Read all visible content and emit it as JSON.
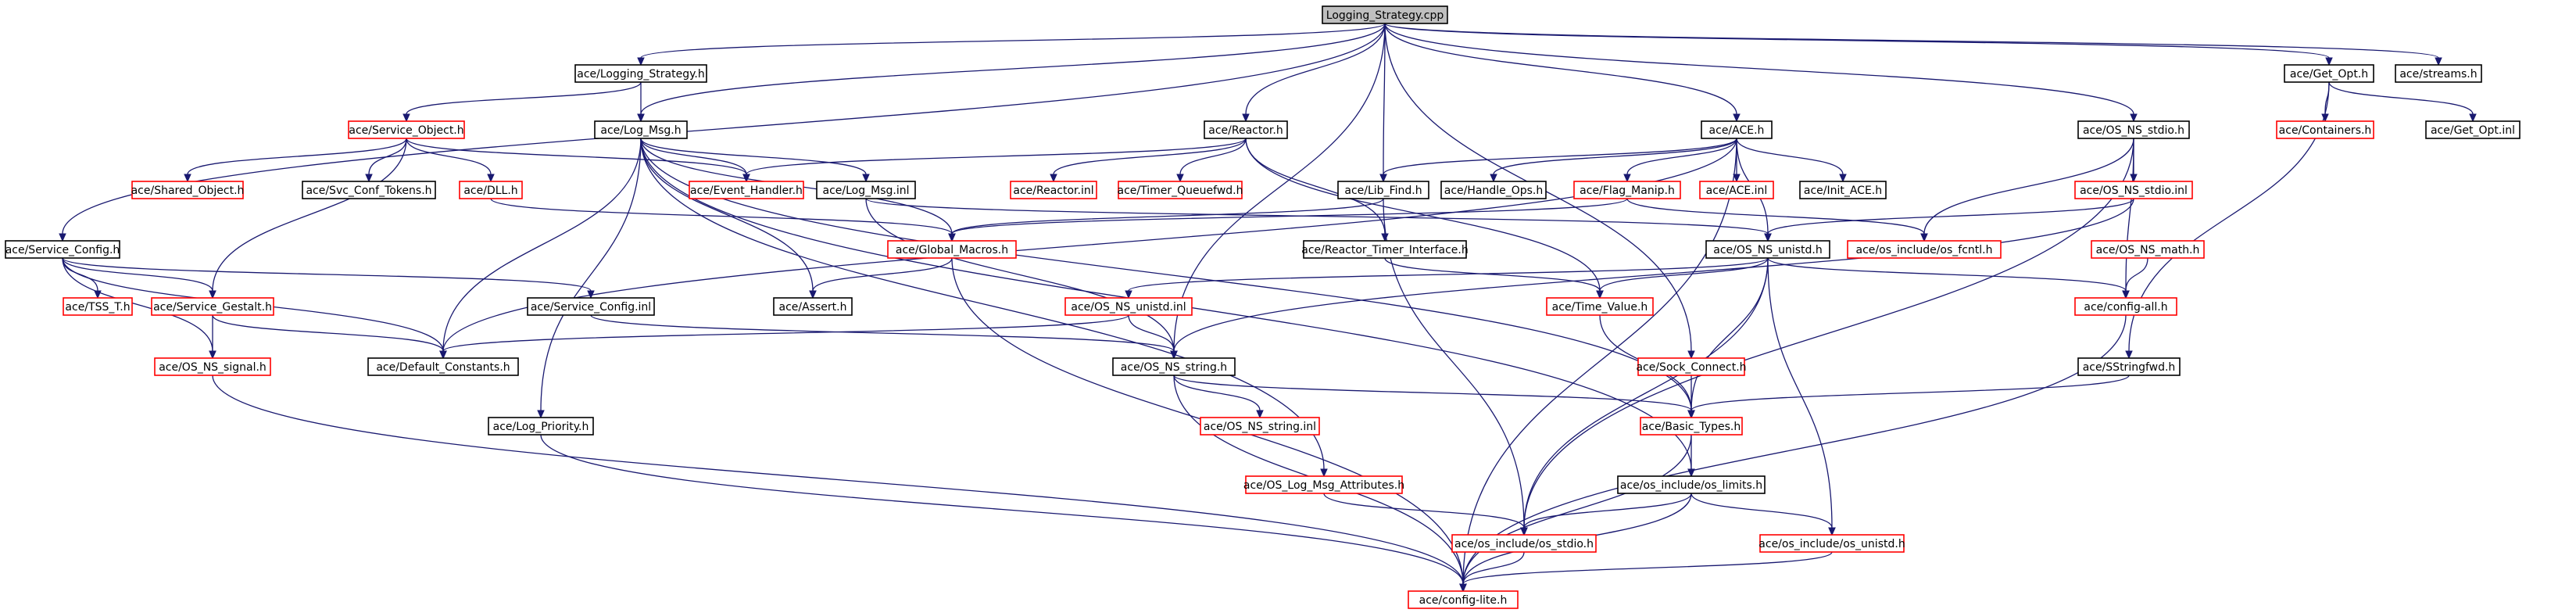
{
  "diagram": {
    "colors": {
      "edge": "#191970",
      "node_black_border": "#000000",
      "node_red_border": "#ff0000",
      "root_fill": "#bfbfbf"
    },
    "nodes": [
      {
        "id": "n0",
        "label": "Logging_Strategy.cpp",
        "style": "root"
      },
      {
        "id": "n1",
        "label": "ace/Logging_Strategy.h",
        "style": "black"
      },
      {
        "id": "n2",
        "label": "ace/Get_Opt.h",
        "style": "black"
      },
      {
        "id": "n3",
        "label": "ace/streams.h",
        "style": "black"
      },
      {
        "id": "n4",
        "label": "ace/Service_Object.h",
        "style": "red"
      },
      {
        "id": "n5",
        "label": "ace/Log_Msg.h",
        "style": "black"
      },
      {
        "id": "n6",
        "label": "ace/Reactor.h",
        "style": "black"
      },
      {
        "id": "n7",
        "label": "ace/ACE.h",
        "style": "black"
      },
      {
        "id": "n8",
        "label": "ace/OS_NS_stdio.h",
        "style": "black"
      },
      {
        "id": "n9",
        "label": "ace/Containers.h",
        "style": "red"
      },
      {
        "id": "n10",
        "label": "ace/Get_Opt.inl",
        "style": "black"
      },
      {
        "id": "n11",
        "label": "ace/Shared_Object.h",
        "style": "red"
      },
      {
        "id": "n12",
        "label": "ace/Svc_Conf_Tokens.h",
        "style": "black"
      },
      {
        "id": "n13",
        "label": "ace/DLL.h",
        "style": "red"
      },
      {
        "id": "n14",
        "label": "ace/Event_Handler.h",
        "style": "red"
      },
      {
        "id": "n15",
        "label": "ace/Log_Msg.inl",
        "style": "black"
      },
      {
        "id": "n16",
        "label": "ace/Reactor.inl",
        "style": "red"
      },
      {
        "id": "n17",
        "label": "ace/Timer_Queuefwd.h",
        "style": "red"
      },
      {
        "id": "n18",
        "label": "ace/Lib_Find.h",
        "style": "black"
      },
      {
        "id": "n19",
        "label": "ace/Handle_Ops.h",
        "style": "black"
      },
      {
        "id": "n20",
        "label": "ace/Flag_Manip.h",
        "style": "red"
      },
      {
        "id": "n21",
        "label": "ace/ACE.inl",
        "style": "red"
      },
      {
        "id": "n22",
        "label": "ace/Init_ACE.h",
        "style": "black"
      },
      {
        "id": "n23",
        "label": "ace/OS_NS_stdio.inl",
        "style": "red"
      },
      {
        "id": "n24",
        "label": "ace/Service_Config.h",
        "style": "black"
      },
      {
        "id": "n25",
        "label": "ace/Global_Macros.h",
        "style": "red"
      },
      {
        "id": "n26",
        "label": "ace/Reactor_Timer_Interface.h",
        "style": "black"
      },
      {
        "id": "n27",
        "label": "ace/OS_NS_unistd.h",
        "style": "black"
      },
      {
        "id": "n28",
        "label": "ace/os_include/os_fcntl.h",
        "style": "red"
      },
      {
        "id": "n29",
        "label": "ace/OS_NS_math.h",
        "style": "red"
      },
      {
        "id": "n30",
        "label": "ace/TSS_T.h",
        "style": "red"
      },
      {
        "id": "n31",
        "label": "ace/Service_Gestalt.h",
        "style": "red"
      },
      {
        "id": "n32",
        "label": "ace/Service_Config.inl",
        "style": "black"
      },
      {
        "id": "n33",
        "label": "ace/Assert.h",
        "style": "black"
      },
      {
        "id": "n34",
        "label": "ace/OS_NS_unistd.inl",
        "style": "red"
      },
      {
        "id": "n35",
        "label": "ace/Time_Value.h",
        "style": "red"
      },
      {
        "id": "n36",
        "label": "ace/config-all.h",
        "style": "red"
      },
      {
        "id": "n37",
        "label": "ace/OS_NS_signal.h",
        "style": "red"
      },
      {
        "id": "n38",
        "label": "ace/Default_Constants.h",
        "style": "black"
      },
      {
        "id": "n39",
        "label": "ace/OS_NS_string.h",
        "style": "black"
      },
      {
        "id": "n40",
        "label": "ace/Sock_Connect.h",
        "style": "red"
      },
      {
        "id": "n41",
        "label": "ace/SStringfwd.h",
        "style": "black"
      },
      {
        "id": "n42",
        "label": "ace/Log_Priority.h",
        "style": "black"
      },
      {
        "id": "n43",
        "label": "ace/OS_NS_string.inl",
        "style": "red"
      },
      {
        "id": "n44",
        "label": "ace/Basic_Types.h",
        "style": "red"
      },
      {
        "id": "n45",
        "label": "ace/OS_Log_Msg_Attributes.h",
        "style": "red"
      },
      {
        "id": "n46",
        "label": "ace/os_include/os_limits.h",
        "style": "black"
      },
      {
        "id": "n47",
        "label": "ace/os_include/os_stdio.h",
        "style": "red"
      },
      {
        "id": "n48",
        "label": "ace/os_include/os_unistd.h",
        "style": "red"
      },
      {
        "id": "n49",
        "label": "ace/config-lite.h",
        "style": "red"
      }
    ],
    "edges": [
      [
        "n0",
        "n1"
      ],
      [
        "n0",
        "n2"
      ],
      [
        "n0",
        "n3"
      ],
      [
        "n0",
        "n5"
      ],
      [
        "n0",
        "n6"
      ],
      [
        "n0",
        "n7"
      ],
      [
        "n0",
        "n8"
      ],
      [
        "n0",
        "n18"
      ],
      [
        "n0",
        "n24"
      ],
      [
        "n0",
        "n39"
      ],
      [
        "n0",
        "n40"
      ],
      [
        "n1",
        "n4"
      ],
      [
        "n1",
        "n5"
      ],
      [
        "n2",
        "n9"
      ],
      [
        "n2",
        "n10"
      ],
      [
        "n2",
        "n41"
      ],
      [
        "n4",
        "n11"
      ],
      [
        "n4",
        "n12"
      ],
      [
        "n4",
        "n13"
      ],
      [
        "n4",
        "n14"
      ],
      [
        "n4",
        "n31"
      ],
      [
        "n5",
        "n14"
      ],
      [
        "n5",
        "n15"
      ],
      [
        "n5",
        "n25"
      ],
      [
        "n5",
        "n33"
      ],
      [
        "n5",
        "n38"
      ],
      [
        "n5",
        "n42"
      ],
      [
        "n5",
        "n45"
      ],
      [
        "n5",
        "n46"
      ],
      [
        "n5",
        "n44"
      ],
      [
        "n6",
        "n14"
      ],
      [
        "n6",
        "n16"
      ],
      [
        "n6",
        "n17"
      ],
      [
        "n6",
        "n26"
      ],
      [
        "n6",
        "n35"
      ],
      [
        "n7",
        "n18"
      ],
      [
        "n7",
        "n19"
      ],
      [
        "n7",
        "n20"
      ],
      [
        "n7",
        "n21"
      ],
      [
        "n7",
        "n22"
      ],
      [
        "n7",
        "n27"
      ],
      [
        "n7",
        "n38"
      ],
      [
        "n7",
        "n49"
      ],
      [
        "n8",
        "n23"
      ],
      [
        "n8",
        "n28"
      ],
      [
        "n8",
        "n36"
      ],
      [
        "n8",
        "n47"
      ],
      [
        "n13",
        "n25"
      ],
      [
        "n15",
        "n27"
      ],
      [
        "n15",
        "n39"
      ],
      [
        "n18",
        "n25"
      ],
      [
        "n18",
        "n47"
      ],
      [
        "n20",
        "n25"
      ],
      [
        "n20",
        "n28"
      ],
      [
        "n23",
        "n27"
      ],
      [
        "n23",
        "n39"
      ],
      [
        "n24",
        "n30"
      ],
      [
        "n24",
        "n31"
      ],
      [
        "n24",
        "n32"
      ],
      [
        "n24",
        "n38"
      ],
      [
        "n24",
        "n37"
      ],
      [
        "n25",
        "n33"
      ],
      [
        "n25",
        "n49"
      ],
      [
        "n26",
        "n35"
      ],
      [
        "n27",
        "n34"
      ],
      [
        "n27",
        "n35"
      ],
      [
        "n27",
        "n36"
      ],
      [
        "n27",
        "n44"
      ],
      [
        "n27",
        "n47"
      ],
      [
        "n27",
        "n48"
      ],
      [
        "n29",
        "n36"
      ],
      [
        "n31",
        "n37"
      ],
      [
        "n31",
        "n38"
      ],
      [
        "n32",
        "n39"
      ],
      [
        "n34",
        "n38"
      ],
      [
        "n34",
        "n39"
      ],
      [
        "n35",
        "n44"
      ],
      [
        "n36",
        "n49"
      ],
      [
        "n37",
        "n49"
      ],
      [
        "n39",
        "n43"
      ],
      [
        "n39",
        "n44"
      ],
      [
        "n39",
        "n49"
      ],
      [
        "n40",
        "n44"
      ],
      [
        "n41",
        "n44"
      ],
      [
        "n42",
        "n49"
      ],
      [
        "n44",
        "n46"
      ],
      [
        "n44",
        "n49"
      ],
      [
        "n45",
        "n47"
      ],
      [
        "n46",
        "n47"
      ],
      [
        "n46",
        "n48"
      ],
      [
        "n46",
        "n49"
      ],
      [
        "n47",
        "n49"
      ],
      [
        "n48",
        "n49"
      ]
    ]
  }
}
